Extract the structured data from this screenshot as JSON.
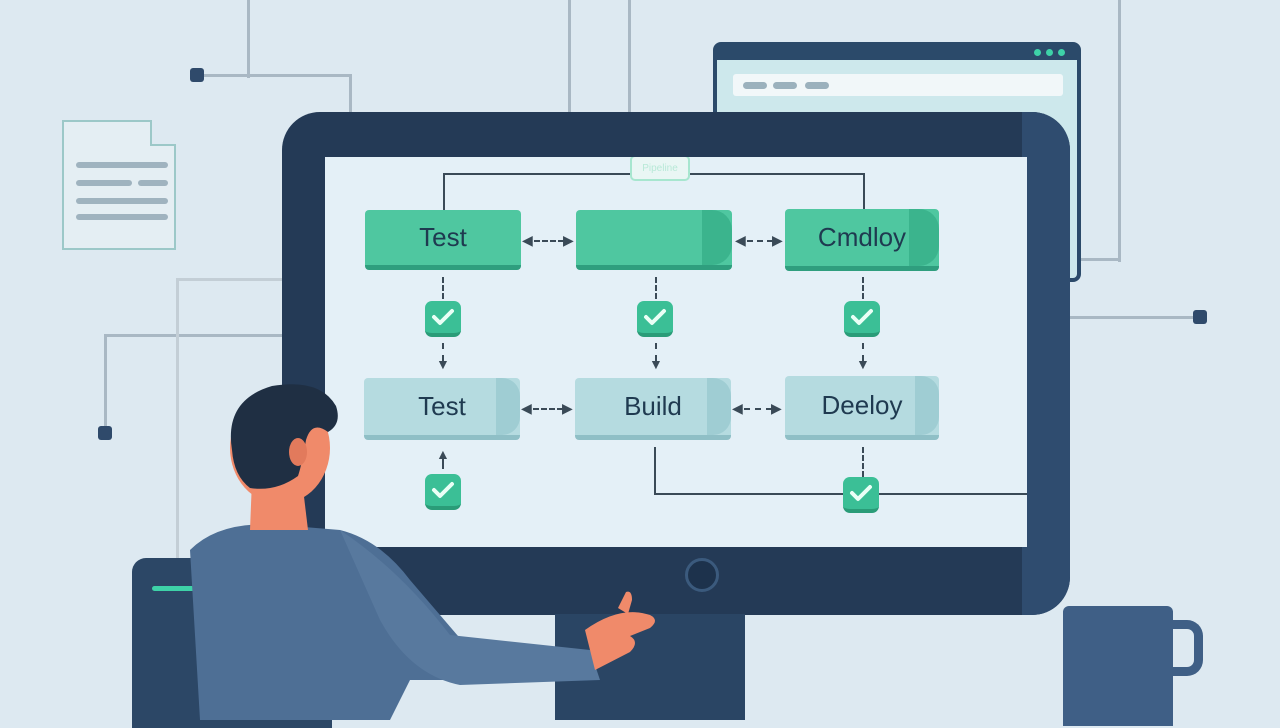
{
  "pipeline": {
    "top_row": [
      {
        "label": "Test",
        "status": "passed"
      },
      {
        "label": "",
        "status": "passed"
      },
      {
        "label": "Cmdloy",
        "status": "passed"
      }
    ],
    "bottom_row": [
      {
        "label": "Test",
        "status": "passed"
      },
      {
        "label": "Build",
        "status": ""
      },
      {
        "label": "Deeloy",
        "status": "passed"
      }
    ],
    "header_tag": "Pipeline"
  },
  "colors": {
    "background": "#dde9f1",
    "monitor": "#243a56",
    "screen": "#e4f0f7",
    "stage_active": "#4fc7a0",
    "stage_idle": "#b5dbe0",
    "check": "#3bbf96",
    "person_skin": "#f08a6a",
    "person_shirt": "#4e6f95"
  },
  "icons": [
    "document-icon",
    "browser-window-icon",
    "check-icon",
    "connector-node-icon",
    "coffee-mug-icon"
  ]
}
